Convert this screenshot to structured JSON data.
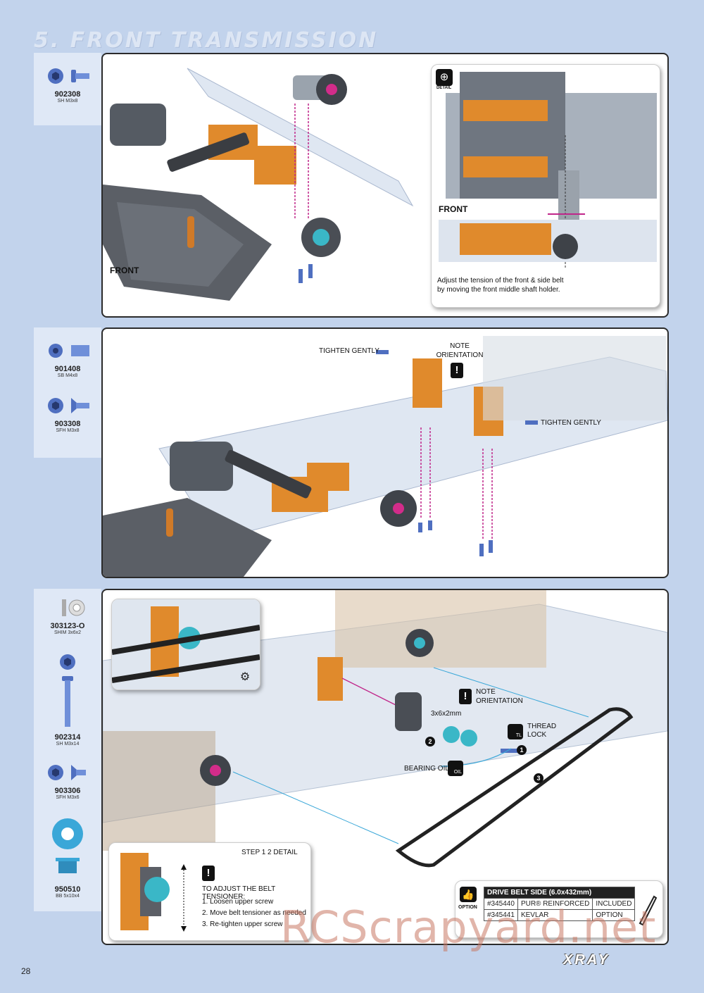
{
  "page": {
    "section_title": "5. FRONT TRANSMISSION",
    "page_number": "28",
    "brand": "XRAY",
    "watermark": "RCScrapyard.net"
  },
  "steps": [
    {
      "parts": [
        {
          "number": "902308",
          "desc": "SH M3x8"
        }
      ],
      "front_label": "FRONT",
      "detail": {
        "badge": "DETAIL",
        "front_label": "FRONT",
        "note": "Adjust the tension of the front & side belt by moving the front middle shaft holder."
      }
    },
    {
      "parts": [
        {
          "number": "901408",
          "desc": "SB M4x8"
        },
        {
          "number": "903308",
          "desc": "SFH M3x8"
        }
      ],
      "labels": {
        "tighten_gently_1": "TIGHTEN GENTLY",
        "tighten_gently_2": "TIGHTEN GENTLY",
        "note_orientation": "NOTE ORIENTATION"
      }
    },
    {
      "parts": [
        {
          "number": "303123-O",
          "desc": "SHIM 3x6x2"
        },
        {
          "number": "902314",
          "desc": "SH M3x14"
        },
        {
          "number": "903306",
          "desc": "SFH M3x6"
        },
        {
          "number": "950510",
          "desc": "BB 5x10x4"
        }
      ],
      "labels": {
        "note_orientation": "NOTE ORIENTATION",
        "shim": "3x6x2mm",
        "thread_lock": "THREAD LOCK",
        "bearing_oil": "BEARING OIL",
        "tl": "TL",
        "oil": "OIL",
        "step1": "1",
        "step2": "2",
        "step3": "3"
      },
      "belt_detail": {
        "title": "STEP 1 2 DETAIL",
        "heading": "TO ADJUST THE BELT TENSIONER:",
        "items": [
          "1. Loosen upper screw",
          "2. Move belt tensioner as needed",
          "3. Re-tighten upper screw"
        ]
      },
      "option_table": {
        "badge": "OPTION",
        "header": "DRIVE BELT SIDE (6.0x432mm)",
        "rows": [
          [
            "#345440",
            "PUR® REINFORCED",
            "INCLUDED"
          ],
          [
            "#345441",
            "KEVLAR",
            "OPTION"
          ]
        ]
      }
    }
  ]
}
